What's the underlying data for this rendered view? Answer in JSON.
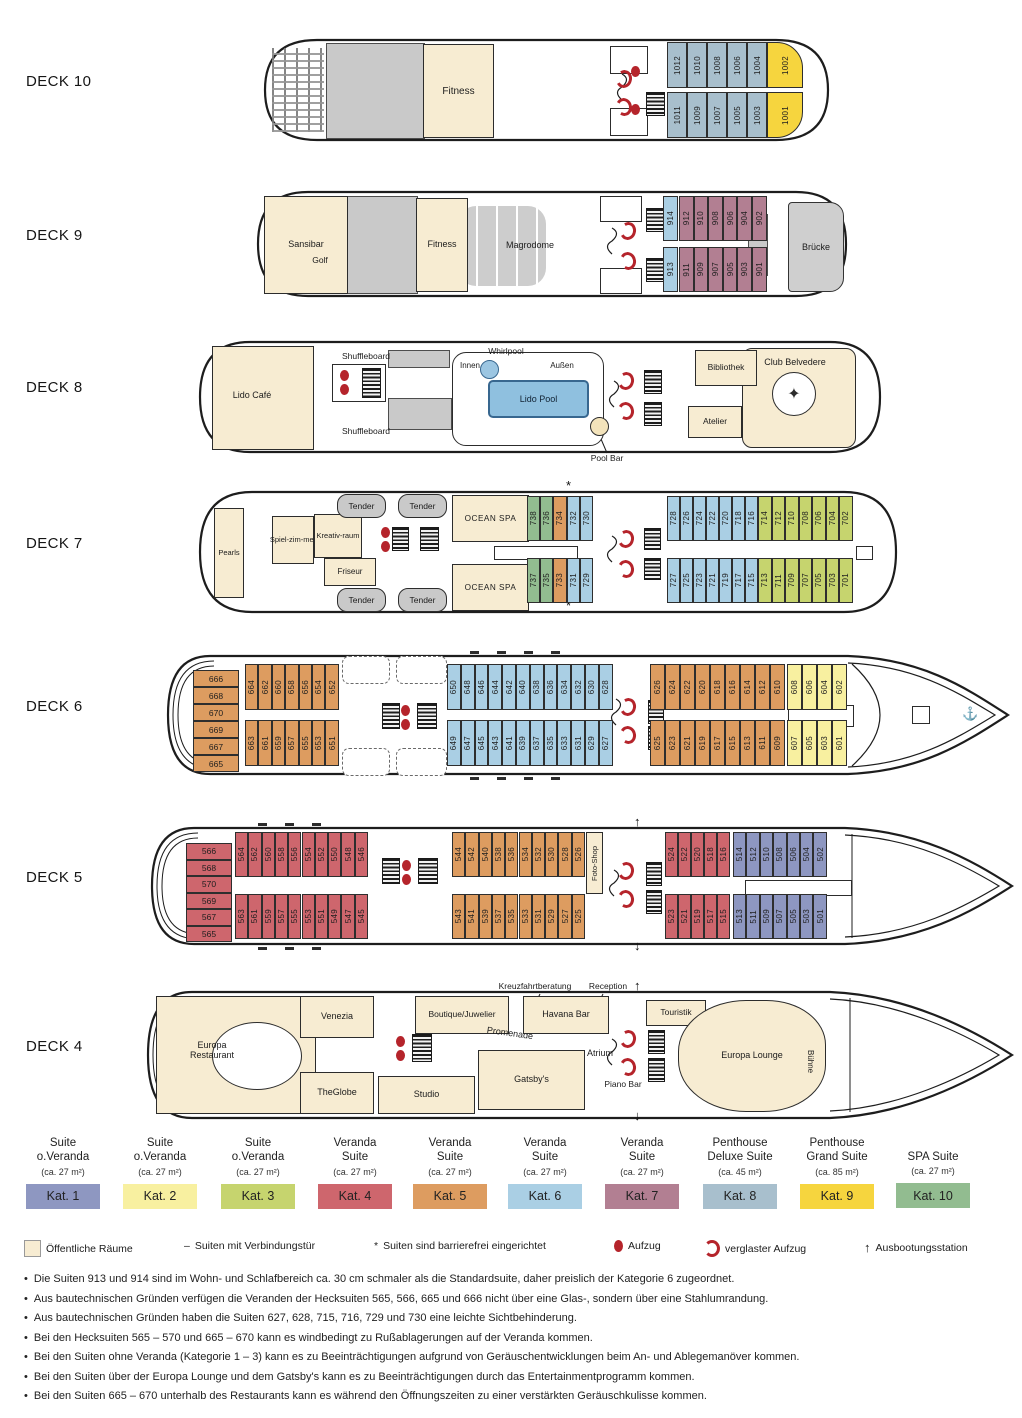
{
  "palette": {
    "kat1": "#8e97c1",
    "kat2": "#f8f0a0",
    "kat3": "#c6d46e",
    "kat4": "#ce666d",
    "kat5": "#dd9c60",
    "kat6": "#aacfe4",
    "kat7": "#b27f92",
    "kat8": "#a8bfcd",
    "kat9": "#f6d53e",
    "kat10": "#92bc90",
    "public": "#f7ecd2",
    "grey": "#c9c9c9",
    "pool": "#8fc0df",
    "elevator_red": "#b5242b"
  },
  "marks": {
    "asterisk": "*",
    "dash": "–",
    "arrow_up": "↑",
    "arrow_down": "↓",
    "anchor": "⚓",
    "compass": "✦"
  },
  "decks": [
    {
      "id": "deck10",
      "label": "DECK 10",
      "venues": [
        {
          "id": "fitness10",
          "label": "Fitness"
        }
      ],
      "cabin_groups": [
        {
          "cat": "kat8",
          "top": [
            "1012",
            "1010",
            "1008",
            "1006",
            "1004"
          ],
          "bottom": [
            "1011",
            "1009",
            "1007",
            "1005",
            "1003"
          ]
        },
        {
          "cat": "kat9",
          "top": [
            "1002"
          ],
          "bottom": [
            "1001"
          ]
        }
      ]
    },
    {
      "id": "deck9",
      "label": "DECK 9",
      "venues": [
        {
          "id": "sansibar",
          "label": "Sansibar"
        },
        {
          "id": "golf",
          "label": "Golf"
        },
        {
          "id": "fitness9",
          "label": "Fitness"
        },
        {
          "id": "magrodome",
          "label": "Magrodome"
        },
        {
          "id": "bruecke",
          "label": "Brücke"
        }
      ],
      "cabin_groups": [
        {
          "cat": "kat6",
          "top": [
            "914"
          ],
          "bottom": [
            "913"
          ]
        },
        {
          "cat": "kat7",
          "top": [
            "912",
            "910",
            "908",
            "906",
            "904",
            "902"
          ],
          "bottom": [
            "911",
            "909",
            "907",
            "905",
            "903",
            "901"
          ]
        }
      ]
    },
    {
      "id": "deck8",
      "label": "DECK 8",
      "venues": [
        {
          "id": "lido-cafe",
          "label": "Lido Café"
        },
        {
          "id": "shuffleboard-top",
          "label": "Shuffleboard"
        },
        {
          "id": "shuffleboard-bottom",
          "label": "Shuffleboard"
        },
        {
          "id": "whirlpool",
          "label": "Whirlpool"
        },
        {
          "id": "innen",
          "label": "Innen"
        },
        {
          "id": "aussen",
          "label": "Außen"
        },
        {
          "id": "lido-pool",
          "label": "Lido Pool"
        },
        {
          "id": "pool-bar",
          "label": "Pool Bar"
        },
        {
          "id": "bibliothek",
          "label": "Bibliothek"
        },
        {
          "id": "atelier",
          "label": "Atelier"
        },
        {
          "id": "club-belvedere",
          "label": "Club Belvedere"
        }
      ],
      "cabin_groups": []
    },
    {
      "id": "deck7",
      "label": "DECK 7",
      "venues": [
        {
          "id": "pearls",
          "label": "Pearls"
        },
        {
          "id": "spielzimmer",
          "lines": [
            "Spiel-",
            "zim-",
            "mer"
          ]
        },
        {
          "id": "kreativraum",
          "lines": [
            "Kreativ-",
            "raum"
          ]
        },
        {
          "id": "friseur",
          "label": "Friseur"
        },
        {
          "id": "tender1",
          "label": "Tender"
        },
        {
          "id": "tender2",
          "label": "Tender"
        },
        {
          "id": "tender3",
          "label": "Tender"
        },
        {
          "id": "tender4",
          "label": "Tender"
        },
        {
          "id": "ocean-spa-top",
          "label": "OCEAN SPA"
        },
        {
          "id": "ocean-spa-bottom",
          "label": "OCEAN SPA"
        }
      ],
      "cabin_groups": [
        {
          "cat": "kat10",
          "top": [
            "738",
            "736"
          ],
          "bottom": [
            "737",
            "735"
          ]
        },
        {
          "cat": "kat5",
          "top": [
            "734"
          ],
          "bottom": [
            "733"
          ]
        },
        {
          "cat": "kat6",
          "top": [
            "732",
            "730"
          ],
          "bottom": [
            "731",
            "729"
          ]
        },
        {
          "cat": "kat6",
          "top": [
            "728",
            "726",
            "724",
            "722",
            "720",
            "718",
            "716"
          ],
          "bottom": [
            "727",
            "725",
            "723",
            "721",
            "719",
            "717",
            "715"
          ]
        },
        {
          "cat": "kat3",
          "top": [
            "714",
            "712",
            "710",
            "708",
            "706",
            "704",
            "702"
          ],
          "bottom": [
            "713",
            "711",
            "709",
            "707",
            "705",
            "703",
            "701"
          ]
        }
      ]
    },
    {
      "id": "deck6",
      "label": "DECK 6",
      "venues": [],
      "cabin_groups": [
        {
          "cat": "kat5",
          "stack": [
            "666",
            "668",
            "670",
            "669",
            "667",
            "665"
          ]
        },
        {
          "cat": "kat5",
          "top": [
            "664",
            "662",
            "660",
            "658",
            "656",
            "654",
            "652"
          ],
          "bottom": [
            "663",
            "661",
            "659",
            "657",
            "655",
            "653",
            "651"
          ]
        },
        {
          "cat": "kat6",
          "top": [
            "650",
            "648",
            "646",
            "644",
            "642",
            "640",
            "638",
            "636",
            "634",
            "632",
            "630",
            "628"
          ],
          "bottom": [
            "649",
            "647",
            "645",
            "643",
            "641",
            "639",
            "637",
            "635",
            "633",
            "631",
            "629",
            "627"
          ]
        },
        {
          "cat": "kat5",
          "top": [
            "626",
            "624",
            "622",
            "620",
            "618",
            "616",
            "614",
            "612",
            "610"
          ],
          "bottom": [
            "625",
            "623",
            "621",
            "619",
            "617",
            "615",
            "613",
            "611",
            "609"
          ]
        },
        {
          "cat": "kat2",
          "top": [
            "608",
            "606",
            "604",
            "602"
          ],
          "bottom": [
            "607",
            "605",
            "603",
            "601"
          ]
        }
      ]
    },
    {
      "id": "deck5",
      "label": "DECK 5",
      "venues": [
        {
          "id": "foto-shop",
          "label": "Foto-Shop"
        }
      ],
      "cabin_groups": [
        {
          "cat": "kat4",
          "stack": [
            "566",
            "568",
            "570",
            "569",
            "567",
            "565"
          ]
        },
        {
          "cat": "kat4",
          "top": [
            "564",
            "562",
            "560",
            "558",
            "556",
            "554",
            "552",
            "550",
            "548",
            "546"
          ],
          "bottom": [
            "563",
            "561",
            "559",
            "557",
            "555",
            "553",
            "551",
            "549",
            "547",
            "545"
          ]
        },
        {
          "cat": "kat5",
          "top": [
            "544",
            "542",
            "540",
            "538",
            "536",
            "534",
            "532",
            "530",
            "528",
            "526"
          ],
          "bottom": [
            "543",
            "541",
            "539",
            "537",
            "535",
            "533",
            "531",
            "529",
            "527",
            "525"
          ]
        },
        {
          "cat": "kat4",
          "top": [
            "524",
            "522",
            "520",
            "518",
            "516"
          ],
          "bottom": [
            "523",
            "521",
            "519",
            "517",
            "515"
          ]
        },
        {
          "cat": "kat1",
          "top": [
            "514",
            "512",
            "510",
            "508",
            "506",
            "504",
            "502"
          ],
          "bottom": [
            "513",
            "511",
            "509",
            "507",
            "505",
            "503",
            "501"
          ]
        }
      ]
    },
    {
      "id": "deck4",
      "label": "DECK 4",
      "venues": [
        {
          "id": "europa-restaurant",
          "lines": [
            "Europa",
            "Restaurant"
          ]
        },
        {
          "id": "venezia",
          "label": "Venezia"
        },
        {
          "id": "the-globe",
          "lines": [
            "The",
            "Globe"
          ]
        },
        {
          "id": "boutique",
          "label": "Boutique/Juwelier"
        },
        {
          "id": "studio",
          "label": "Studio"
        },
        {
          "id": "promenade",
          "label": "Promenade"
        },
        {
          "id": "gatsbys",
          "label": "Gatsby's"
        },
        {
          "id": "kreuzfahrtberatung",
          "label": "Kreuzfahrtberatung"
        },
        {
          "id": "havana-bar",
          "label": "Havana Bar"
        },
        {
          "id": "reception",
          "label": "Reception"
        },
        {
          "id": "atrium",
          "label": "Atrium"
        },
        {
          "id": "piano-bar",
          "label": "Piano Bar"
        },
        {
          "id": "touristik",
          "label": "Touristik"
        },
        {
          "id": "europa-lounge",
          "label": "Europa Lounge"
        },
        {
          "id": "buehne",
          "label": "Bühne"
        }
      ],
      "cabin_groups": []
    }
  ],
  "legend": {
    "categories": [
      {
        "kat": "Kat. 1",
        "title_lines": [
          "Suite",
          "o.Veranda"
        ],
        "size": "(ca. 27 m²)",
        "color_key": "kat1"
      },
      {
        "kat": "Kat. 2",
        "title_lines": [
          "Suite",
          "o.Veranda"
        ],
        "size": "(ca. 27 m²)",
        "color_key": "kat2"
      },
      {
        "kat": "Kat. 3",
        "title_lines": [
          "Suite",
          "o.Veranda"
        ],
        "size": "(ca. 27 m²)",
        "color_key": "kat3"
      },
      {
        "kat": "Kat. 4",
        "title_lines": [
          "Veranda",
          "Suite"
        ],
        "size": "(ca. 27 m²)",
        "color_key": "kat4"
      },
      {
        "kat": "Kat. 5",
        "title_lines": [
          "Veranda",
          "Suite"
        ],
        "size": "(ca. 27 m²)",
        "color_key": "kat5"
      },
      {
        "kat": "Kat. 6",
        "title_lines": [
          "Veranda",
          "Suite"
        ],
        "size": "(ca. 27 m²)",
        "color_key": "kat6"
      },
      {
        "kat": "Kat. 7",
        "title_lines": [
          "Veranda",
          "Suite"
        ],
        "size": "(ca. 27 m²)",
        "color_key": "kat7"
      },
      {
        "kat": "Kat. 8",
        "title_lines": [
          "Penthouse",
          "Deluxe Suite"
        ],
        "size": "(ca. 45 m²)",
        "color_key": "kat8"
      },
      {
        "kat": "Kat. 9",
        "title_lines": [
          "Penthouse",
          "Grand Suite"
        ],
        "size": "(ca. 85 m²)",
        "color_key": "kat9"
      },
      {
        "kat": "Kat. 10",
        "title_lines": [
          "SPA Suite"
        ],
        "size": "(ca. 27 m²)",
        "color_key": "kat10"
      }
    ]
  },
  "symbols": {
    "public": "Öffentliche Räume",
    "connecting_mark": "–",
    "connecting": "Suiten mit Verbindungstür",
    "barrier_mark": "*",
    "barrier_free": "Suiten sind barrierefrei eingerichtet",
    "elevator": "Aufzug",
    "glass_elevator": "verglaster Aufzug",
    "tender_station": "Ausbootungsstation"
  },
  "footnotes": [
    "Die Suiten 913 und 914 sind im Wohn- und Schlafbereich ca. 30 cm schmaler als die Standardsuite, daher preislich der Kategorie 6 zugeordnet.",
    "Aus bautechnischen Gründen verfügen die Veranden der Hecksuiten 565, 566, 665 und 666 nicht über eine Glas-, sondern über eine Stahlumrandung.",
    "Aus bautechnischen Gründen haben die Suiten 627, 628, 715, 716, 729 und 730 eine leichte Sichtbehinderung.",
    "Bei den Hecksuiten 565 – 570 und 665 – 670 kann es windbedingt zu Rußablagerungen auf der Veranda kommen.",
    "Bei den Suiten ohne Veranda (Kategorie 1 – 3) kann es zu Beeinträchtigungen aufgrund von Geräuschentwicklungen beim An- und Ablegemanöver kommen.",
    "Bei den Suiten über der Europa Lounge und dem Gatsby's kann es zu Beeinträchtigungen durch das Entertainmentprogramm kommen.",
    "Bei den Suiten 665 – 670 unterhalb des Restaurants kann es während den Öffnungszeiten zu einer verstärkten Geräuschkulisse kommen."
  ]
}
